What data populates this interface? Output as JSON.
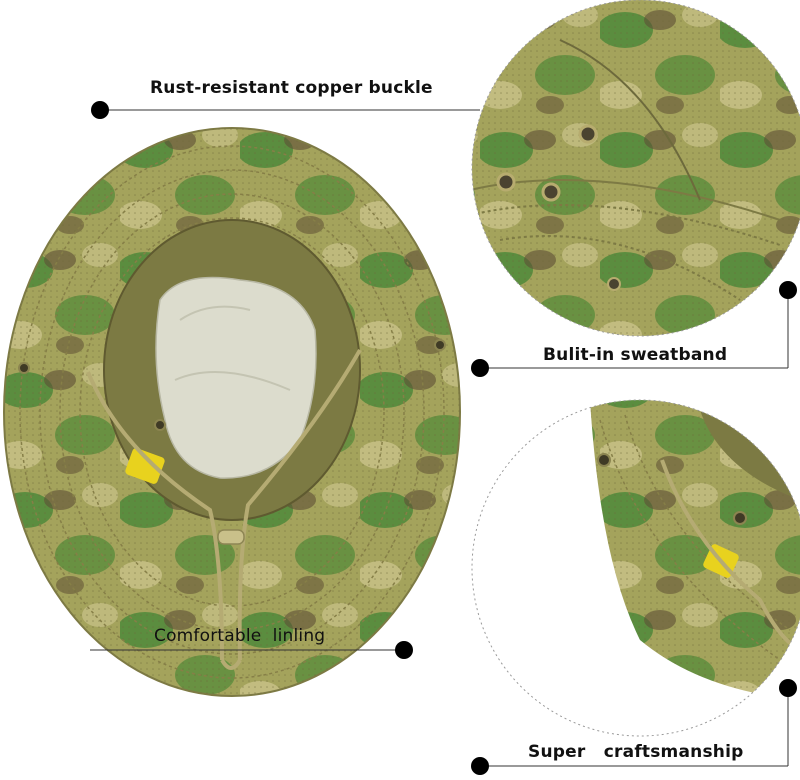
{
  "callouts": {
    "buckle": "Rust-resistant copper buckle",
    "sweatband": "Bulit-in sweatband",
    "lining": "Comfortable  linling",
    "craftsmanship": "Super   craftsmanship"
  },
  "colors": {
    "background": "#ffffff",
    "text": "#111111",
    "leader_line": "#333333",
    "dot": "#000000",
    "camo_base": "#a4a35c",
    "camo_green": "#4f8a3a",
    "camo_dark": "#5e4e35",
    "camo_tan": "#c9c28a",
    "lining": "#dcdccd",
    "strap_yellow": "#e8d21e"
  }
}
